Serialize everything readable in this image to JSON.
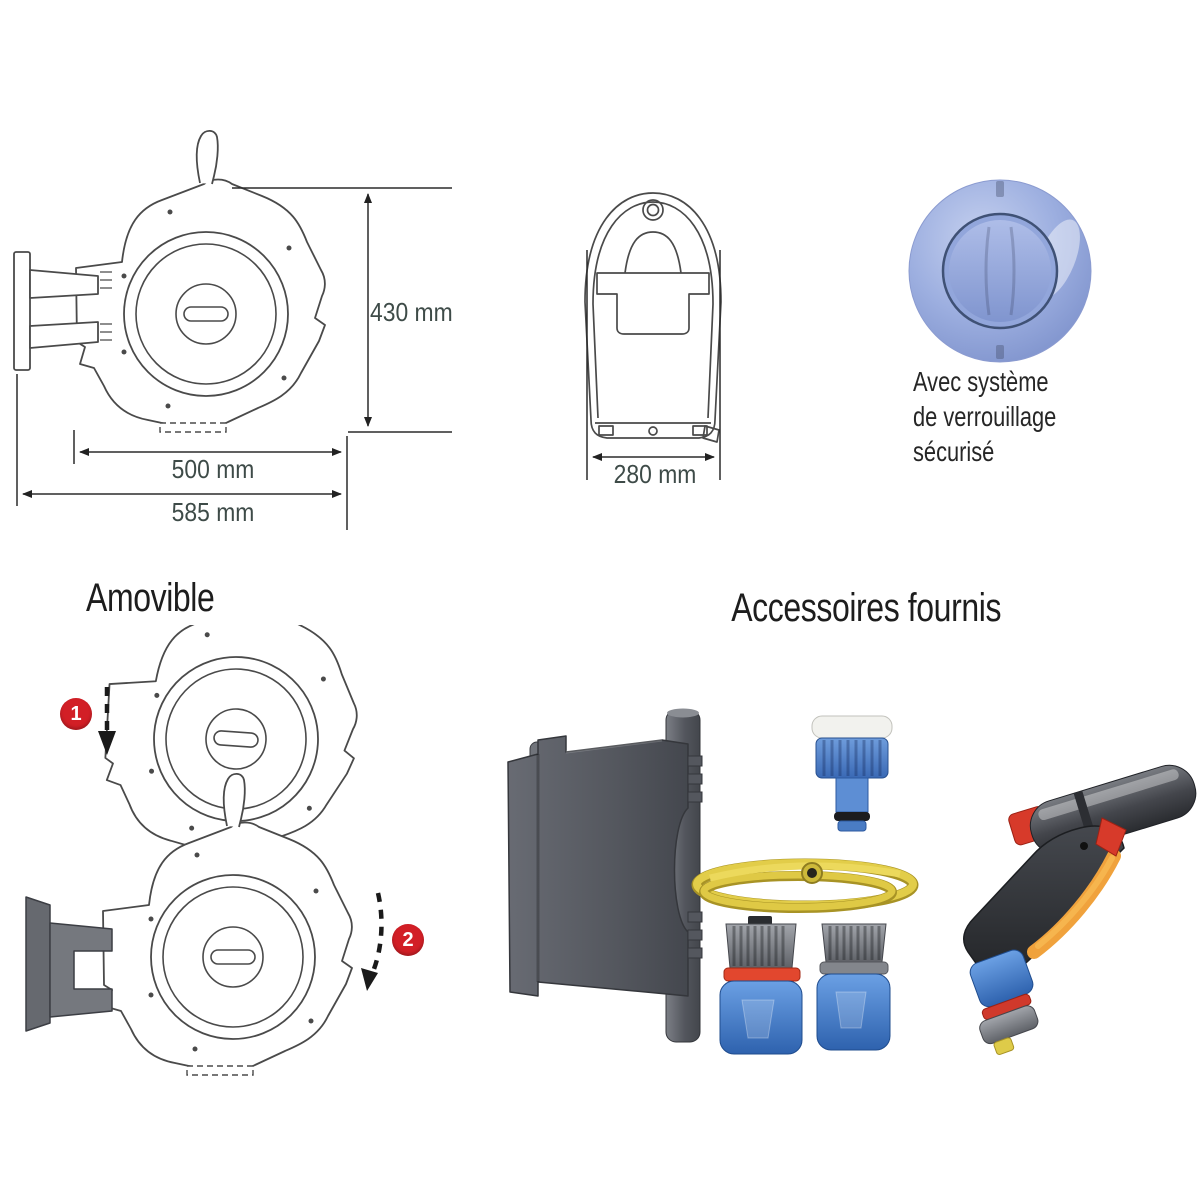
{
  "side_view": {
    "height_label": "430 mm",
    "width_label": "500 mm",
    "total_width_label": "585 mm"
  },
  "front_view": {
    "width_label": "280 mm"
  },
  "locking": {
    "line1": "Avec système",
    "line2": "de verrouillage",
    "line3": "sécurisé"
  },
  "removable": {
    "title": "Amovible",
    "step1": "1",
    "step2": "2"
  },
  "accessories": {
    "title": "Accessoires fournis",
    "items": [
      "wall-bracket",
      "tap-connector",
      "hose-coil",
      "hose-connector-aquastop",
      "hose-connector",
      "spray-gun"
    ]
  },
  "colors": {
    "dimension_text": "#3e4b48",
    "heading_text": "#1d1d1d",
    "badge_red": "#d21f26",
    "line_art": "#4a4a4a",
    "knob_blue": "#9aacdf",
    "accent_blue": "#4f86cf",
    "accent_yellow": "#e3cf45",
    "accent_orange": "#f0a23c",
    "bracket_gray": "#5a5e66"
  }
}
